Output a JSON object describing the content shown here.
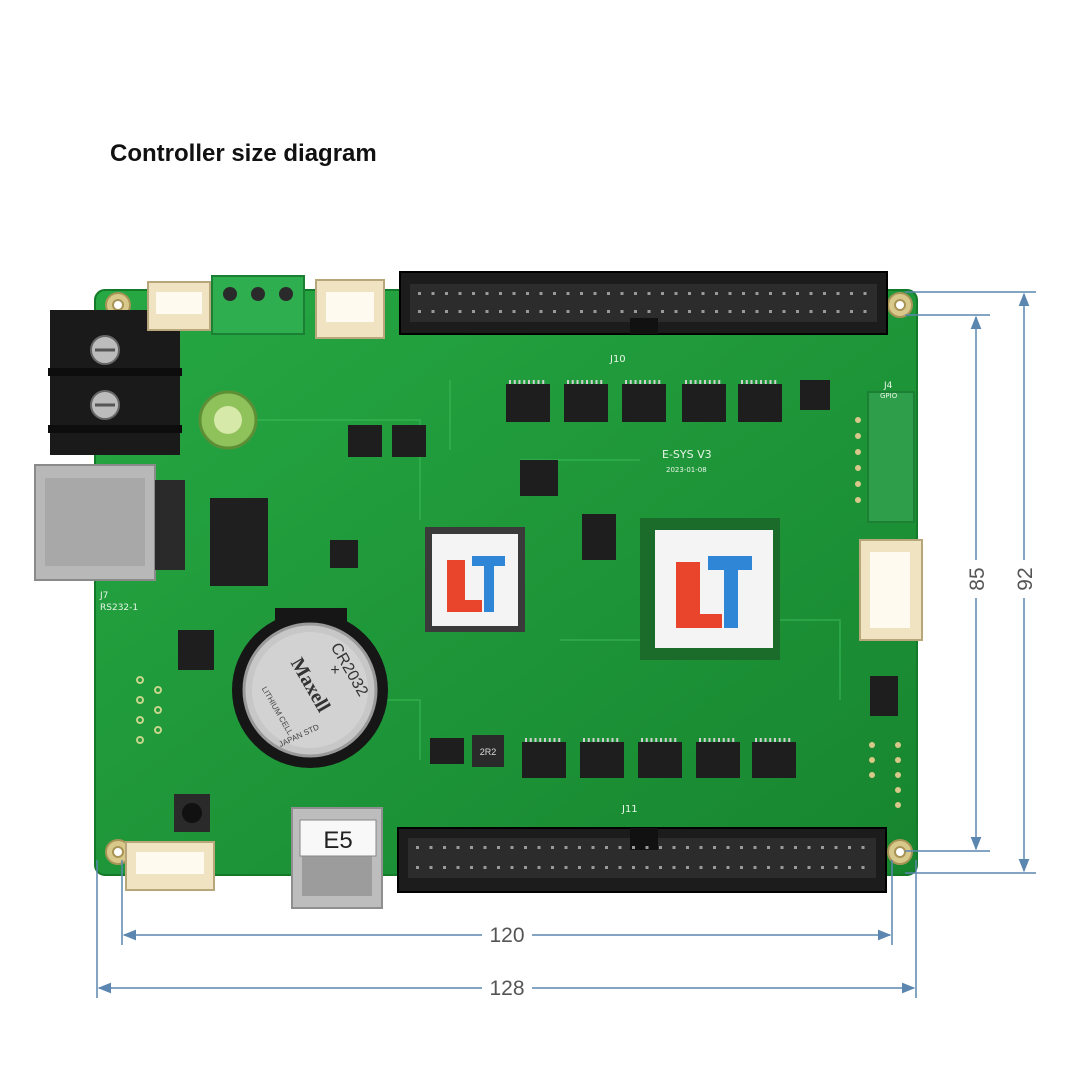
{
  "title": "Controller size diagram",
  "board": {
    "model_label": "E-SYS V3",
    "date_label": "2023-01-08",
    "battery_type": "CR2032",
    "battery_plus": "+",
    "battery_brand": "Maxell",
    "battery_line1": "LITHIUM CELL",
    "battery_line2": "JAPAN STD",
    "usb_label": "E5",
    "header_top_label": "J10",
    "header_bottom_label": "J11",
    "j4_label": "J4",
    "gpio_label": "GPIO",
    "j7_label": "J7",
    "rs232_label": "RS232-1",
    "inductor_label": "2R2",
    "colors": {
      "pcb": "#1f9a3a",
      "chip_red": "#e8452c",
      "chip_blue": "#2f86d6"
    }
  },
  "dimensions": {
    "inner_width": "120",
    "outer_width": "128",
    "inner_height": "85",
    "outer_height": "92",
    "line_color": "#5b86b0"
  }
}
